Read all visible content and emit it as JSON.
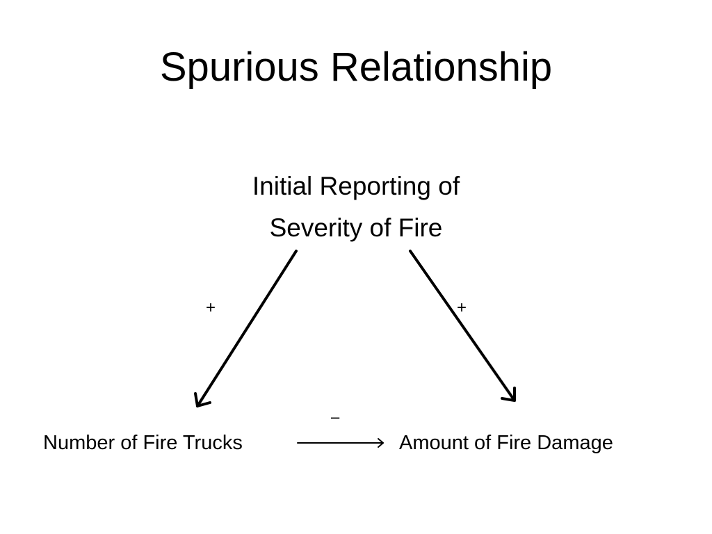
{
  "title": "Spurious Relationship",
  "cause_node": {
    "line1": "Initial Reporting of",
    "line2": "Severity of Fire"
  },
  "left_node": "Number of Fire Trucks",
  "right_node": "Amount of Fire Damage",
  "relationships": {
    "cause_to_left_sign": "+",
    "cause_to_right_sign": "+",
    "left_to_right_sign": "–"
  }
}
